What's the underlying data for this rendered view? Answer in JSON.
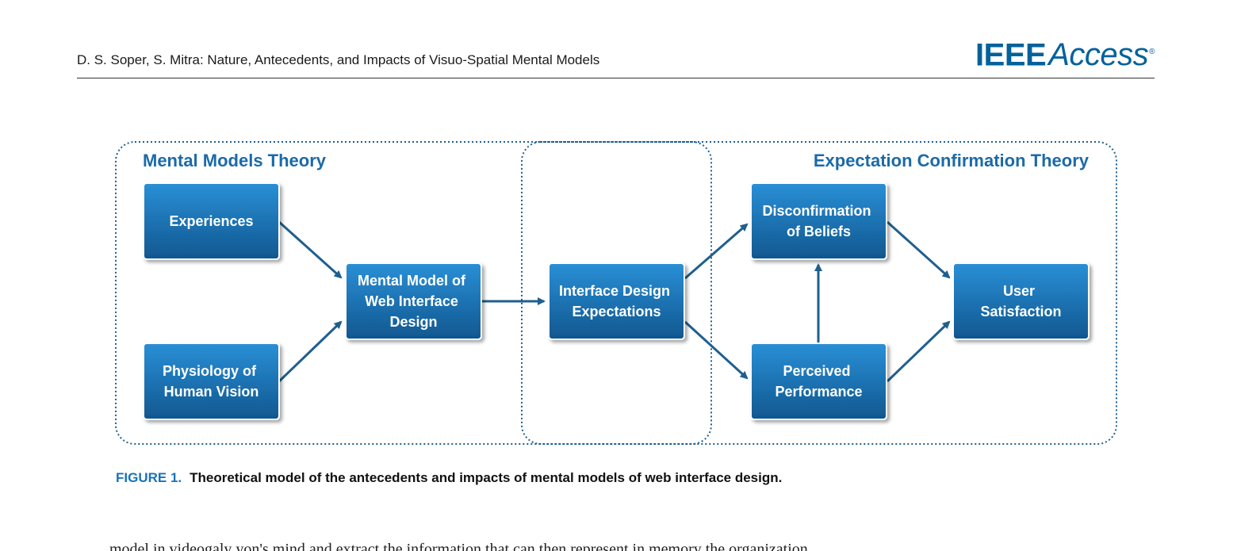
{
  "header": {
    "running_head": "D. S. Soper, S. Mitra: Nature, Antecedents, and Impacts of Visuo-Spatial Mental Models",
    "logo_bold": "IEEE",
    "logo_light": "Access",
    "logo_mark": "®"
  },
  "figure": {
    "left_region_title": "Mental Models Theory",
    "right_region_title": "Expectation Confirmation Theory",
    "nodes": {
      "experiences": [
        "Experiences"
      ],
      "physiology": [
        "Physiology of",
        "Human Vision"
      ],
      "mental_model": [
        "Mental Model of",
        "Web Interface",
        "Design"
      ],
      "expectations": [
        "Interface Design",
        "Expectations"
      ],
      "disconfirmation": [
        "Disconfirmation",
        "of Beliefs"
      ],
      "perceived": [
        "Perceived",
        "Performance"
      ],
      "satisfaction": [
        "User",
        "Satisfaction"
      ]
    },
    "colors": {
      "box_top": "#2a8fd6",
      "box_bottom": "#10578f",
      "arrow": "#1f5f8f",
      "border_dots": "#1f5f8f",
      "title": "#1b6aa8"
    }
  },
  "caption": {
    "label": "FIGURE 1.",
    "text": "Theoretical model of the antecedents and impacts of mental models of web interface design."
  },
  "body_fragment": "model in videogaly yon's mind and extract the information that can then represent in memory the organization"
}
